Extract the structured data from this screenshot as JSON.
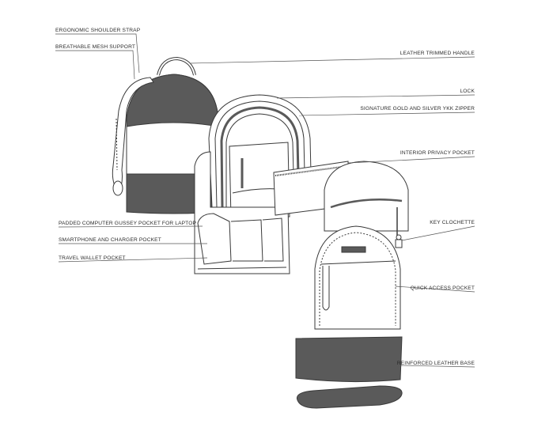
{
  "diagram": {
    "colors": {
      "dark": "#5a5a5a",
      "outline": "#3a3a3a",
      "light": "#ffffff",
      "leader": "#555555"
    },
    "callouts": {
      "ergonomic_strap": "ERGONOMIC SHOULDER STRAP",
      "mesh_support": "BREATHABLE MESH SUPPORT",
      "handle": "LEATHER TRIMMED HANDLE",
      "lock": "LOCK",
      "zipper": "SIGNATURE GOLD AND SILVER YKK ZIPPER",
      "privacy_pocket": "INTERIOR PRIVACY POCKET",
      "laptop_pocket": "PADDED COMPUTER GUSSEY POCKET FOR LAPTOP",
      "phone_pocket": "SMARTPHONE AND CHARGER POCKET",
      "wallet_pocket": "TRAVEL WALLET POCKET",
      "key_clochette": "KEY CLOCHETTE",
      "quick_access": "QUICK ACCESS POCKET",
      "leather_base": "REINFORCED LEATHER BASE"
    }
  }
}
